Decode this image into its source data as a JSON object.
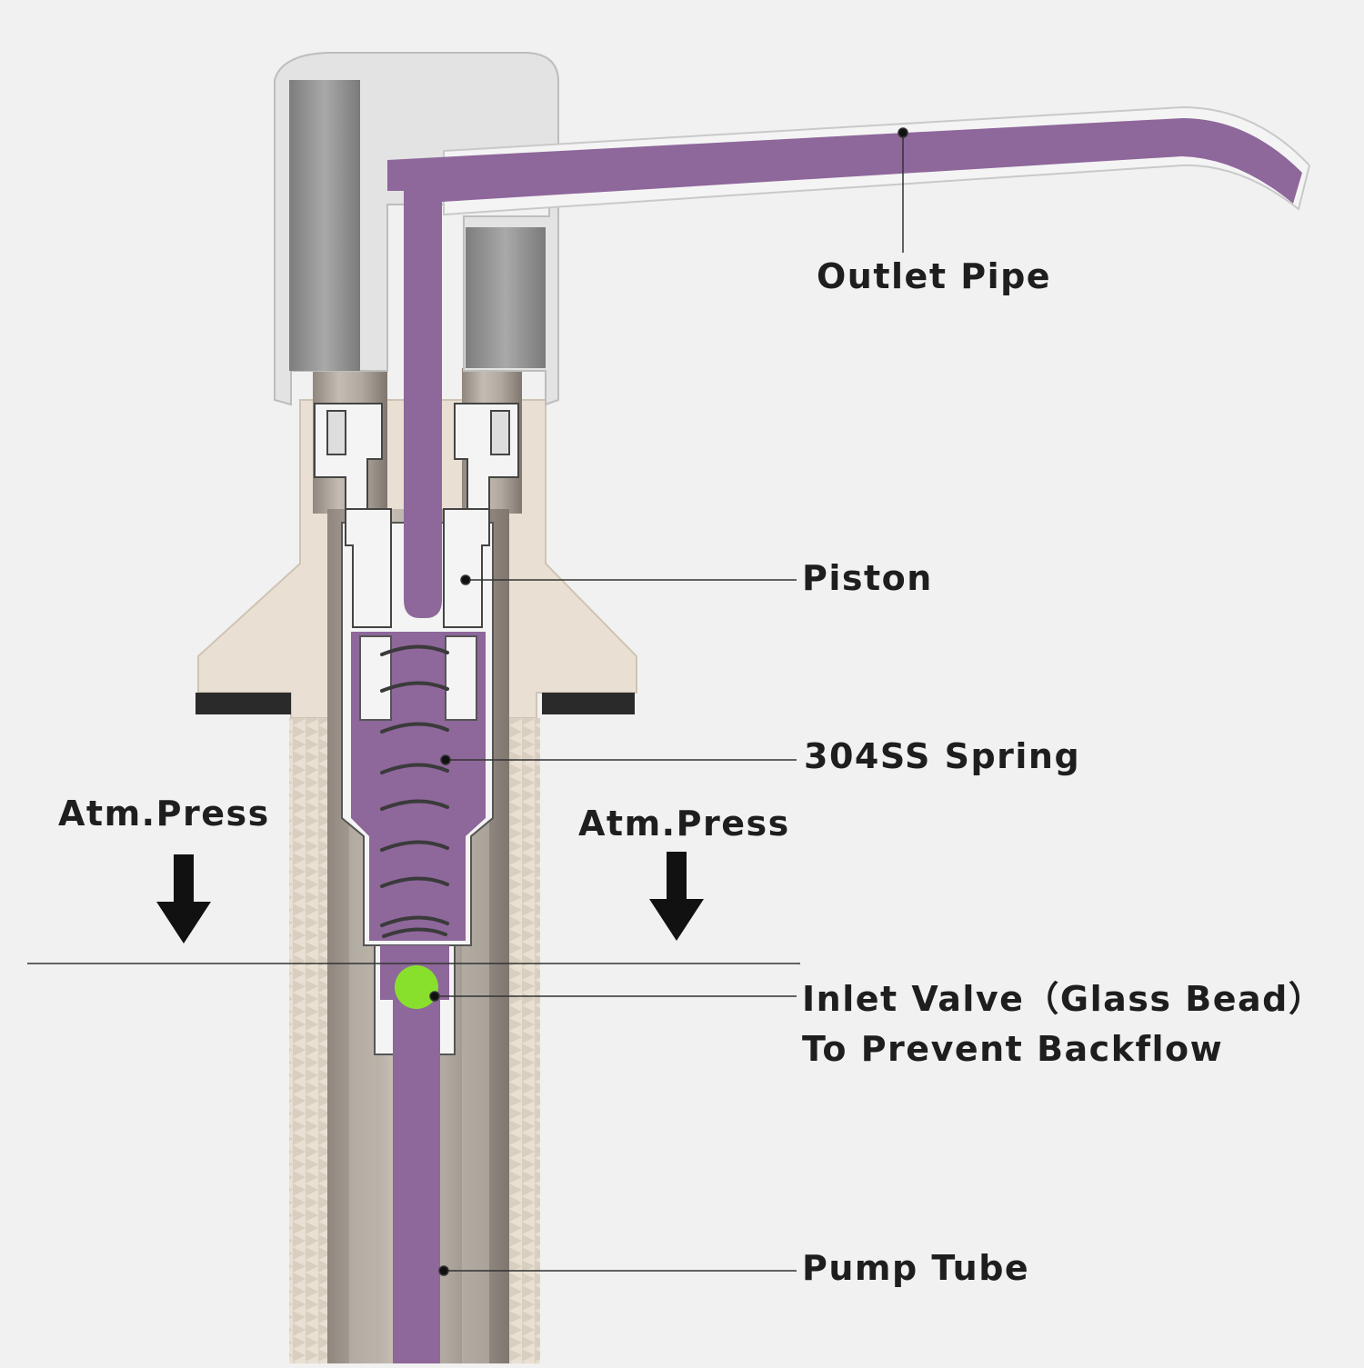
{
  "labels": {
    "outlet_pipe": "Outlet Pipe",
    "piston": "Piston",
    "spring": "304SS Spring",
    "inlet_valve_line1": "Inlet Valve（Glass Bead）",
    "inlet_valve_line2": "To Prevent Backflow",
    "pump_tube": "Pump Tube",
    "atm_press_left": "Atm.Press",
    "atm_press_right": "Atm.Press"
  },
  "colors": {
    "background": "#f1f1f1",
    "liquid": "#8e679b",
    "liquid_dark": "#6d4b7e",
    "body": "#e9e0d3",
    "metal": "#a79f96",
    "metal_light": "#cfc8bf",
    "glass_bead": "#88e02c",
    "cap": "#e3e3e3",
    "cap_inner": "#8c8c8c",
    "gasket": "#2a2a2a",
    "text": "#1e1e1e"
  },
  "icons": [
    "down-arrow-icon",
    "down-arrow-icon"
  ]
}
